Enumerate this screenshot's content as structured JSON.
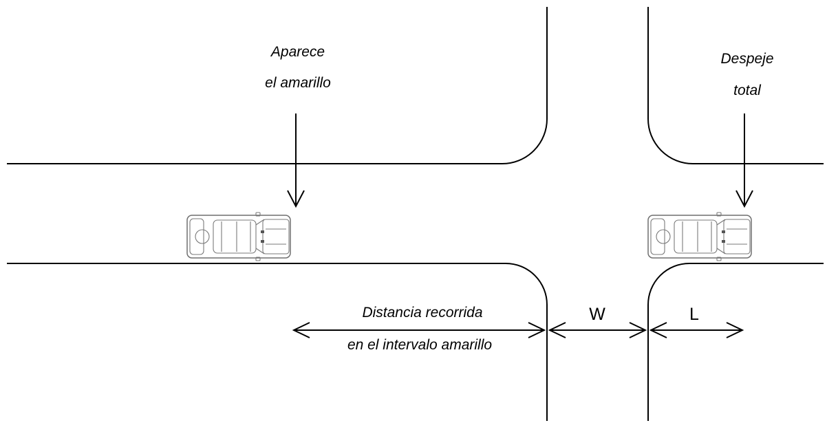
{
  "labels": {
    "yellow_appears": [
      "Aparece",
      "el amarillo"
    ],
    "full_clearance": [
      "Despeje",
      "total"
    ],
    "distance_traveled": [
      "Distancia recorrida",
      "en el intervalo amarillo"
    ],
    "intersection_width": "W",
    "vehicle_length": "L"
  },
  "colors": {
    "road_lines": "#000000",
    "car_body": "#ffffff",
    "car_outline": "#6f6f6f"
  },
  "icons": {
    "vehicle": "car-top-view-icon",
    "pointer": "arrow-down-icon",
    "dimension": "double-arrow-icon"
  }
}
